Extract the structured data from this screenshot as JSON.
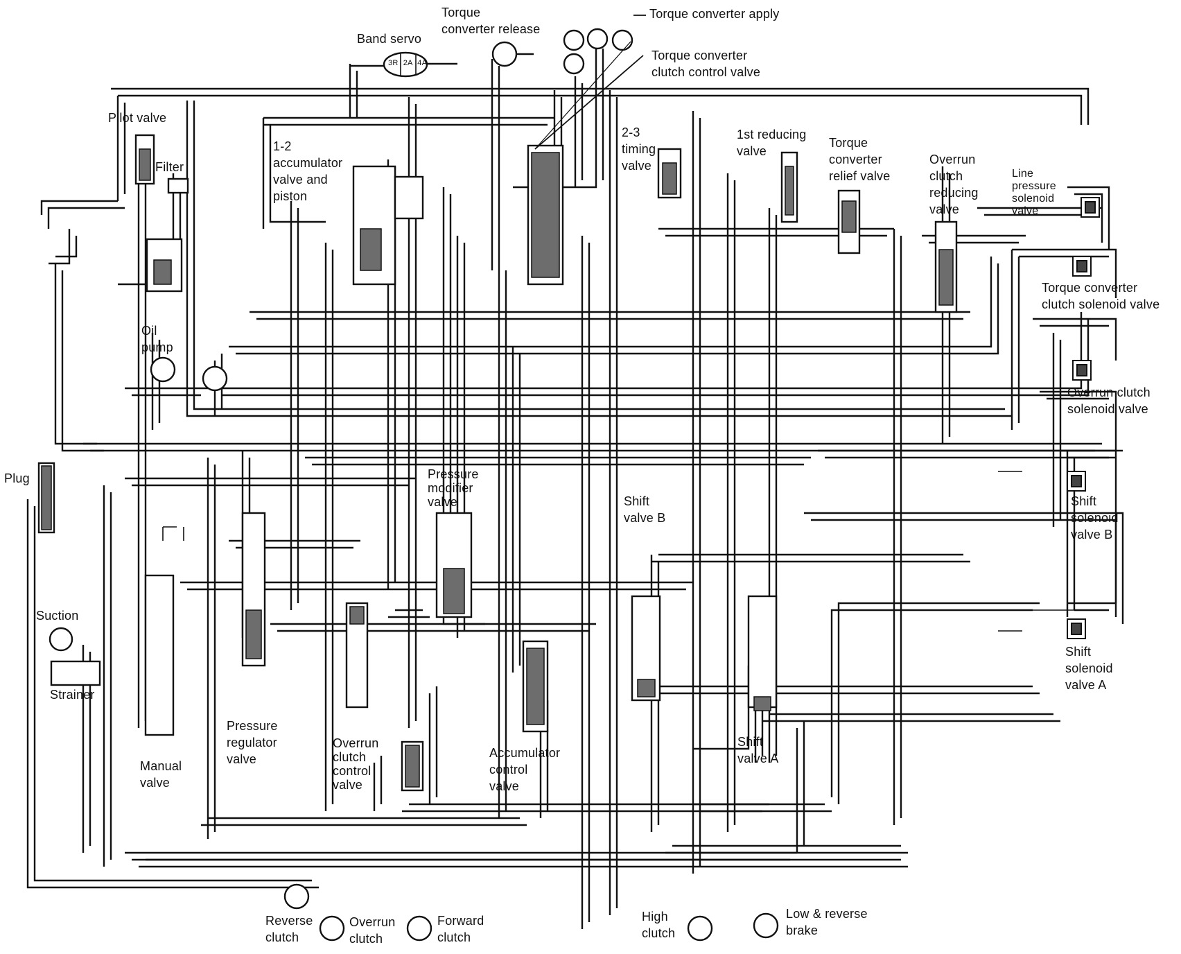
{
  "labels": {
    "torque_converter_release": [
      "Torque",
      "converter release"
    ],
    "torque_converter_apply": [
      "Torque converter apply"
    ],
    "torque_converter_clutch_control_valve": [
      "Torque converter",
      "clutch control valve"
    ],
    "band_servo": [
      "Band servo"
    ],
    "band_servo_ports": [
      "3R",
      "2A",
      "4A"
    ],
    "pilot_valve": [
      "Pilot valve"
    ],
    "filter": [
      "Filter"
    ],
    "accumulator_1_2": [
      "1-2",
      "accumulator",
      "valve and",
      "piston"
    ],
    "timing_valve_2_3": [
      "2-3",
      "timing",
      "valve"
    ],
    "first_reducing_valve": [
      "1st reducing",
      "valve"
    ],
    "torque_converter_relief_valve": [
      "Torque",
      "converter",
      "relief valve"
    ],
    "overrun_clutch_reducing_valve": [
      "Overrun",
      "clutch",
      "reducing",
      "valve"
    ],
    "line_pressure_solenoid_valve": [
      "Line",
      "pressure",
      "solenoid",
      "valve"
    ],
    "torque_converter_clutch_solenoid_valve": [
      "Torque converter",
      "clutch solenoid valve"
    ],
    "oil_pump": [
      "Oil",
      "pump"
    ],
    "overrun_clutch_solenoid_valve": [
      "Overrun clutch",
      "solenoid valve"
    ],
    "plug": [
      "Plug"
    ],
    "pressure_modifier_valve": [
      "Pressure",
      "modifier",
      "valve"
    ],
    "shift_valve_b": [
      "Shift",
      "valve B"
    ],
    "shift_solenoid_valve_b": [
      "Shift",
      "solenoid",
      "valve B"
    ],
    "suction": [
      "Suction"
    ],
    "strainer": [
      "Strainer"
    ],
    "shift_solenoid_valve_a": [
      "Shift",
      "solenoid",
      "valve A"
    ],
    "pressure_regulator_valve": [
      "Pressure",
      "regulator",
      "valve"
    ],
    "overrun_clutch_control_valve": [
      "Overrun",
      "clutch",
      "control",
      "valve"
    ],
    "accumulator_control_valve": [
      "Accumulator",
      "control",
      "valve"
    ],
    "shift_valve_a": [
      "Shift",
      "valve A"
    ],
    "manual_valve": [
      "Manual",
      "valve"
    ],
    "reverse_clutch": [
      "Reverse",
      "clutch"
    ],
    "overrun_clutch": [
      "Overrun",
      "clutch"
    ],
    "forward_clutch": [
      "Forward",
      "clutch"
    ],
    "high_clutch": [
      "High",
      "clutch"
    ],
    "low_reverse_brake": [
      "Low & reverse",
      "brake"
    ]
  }
}
